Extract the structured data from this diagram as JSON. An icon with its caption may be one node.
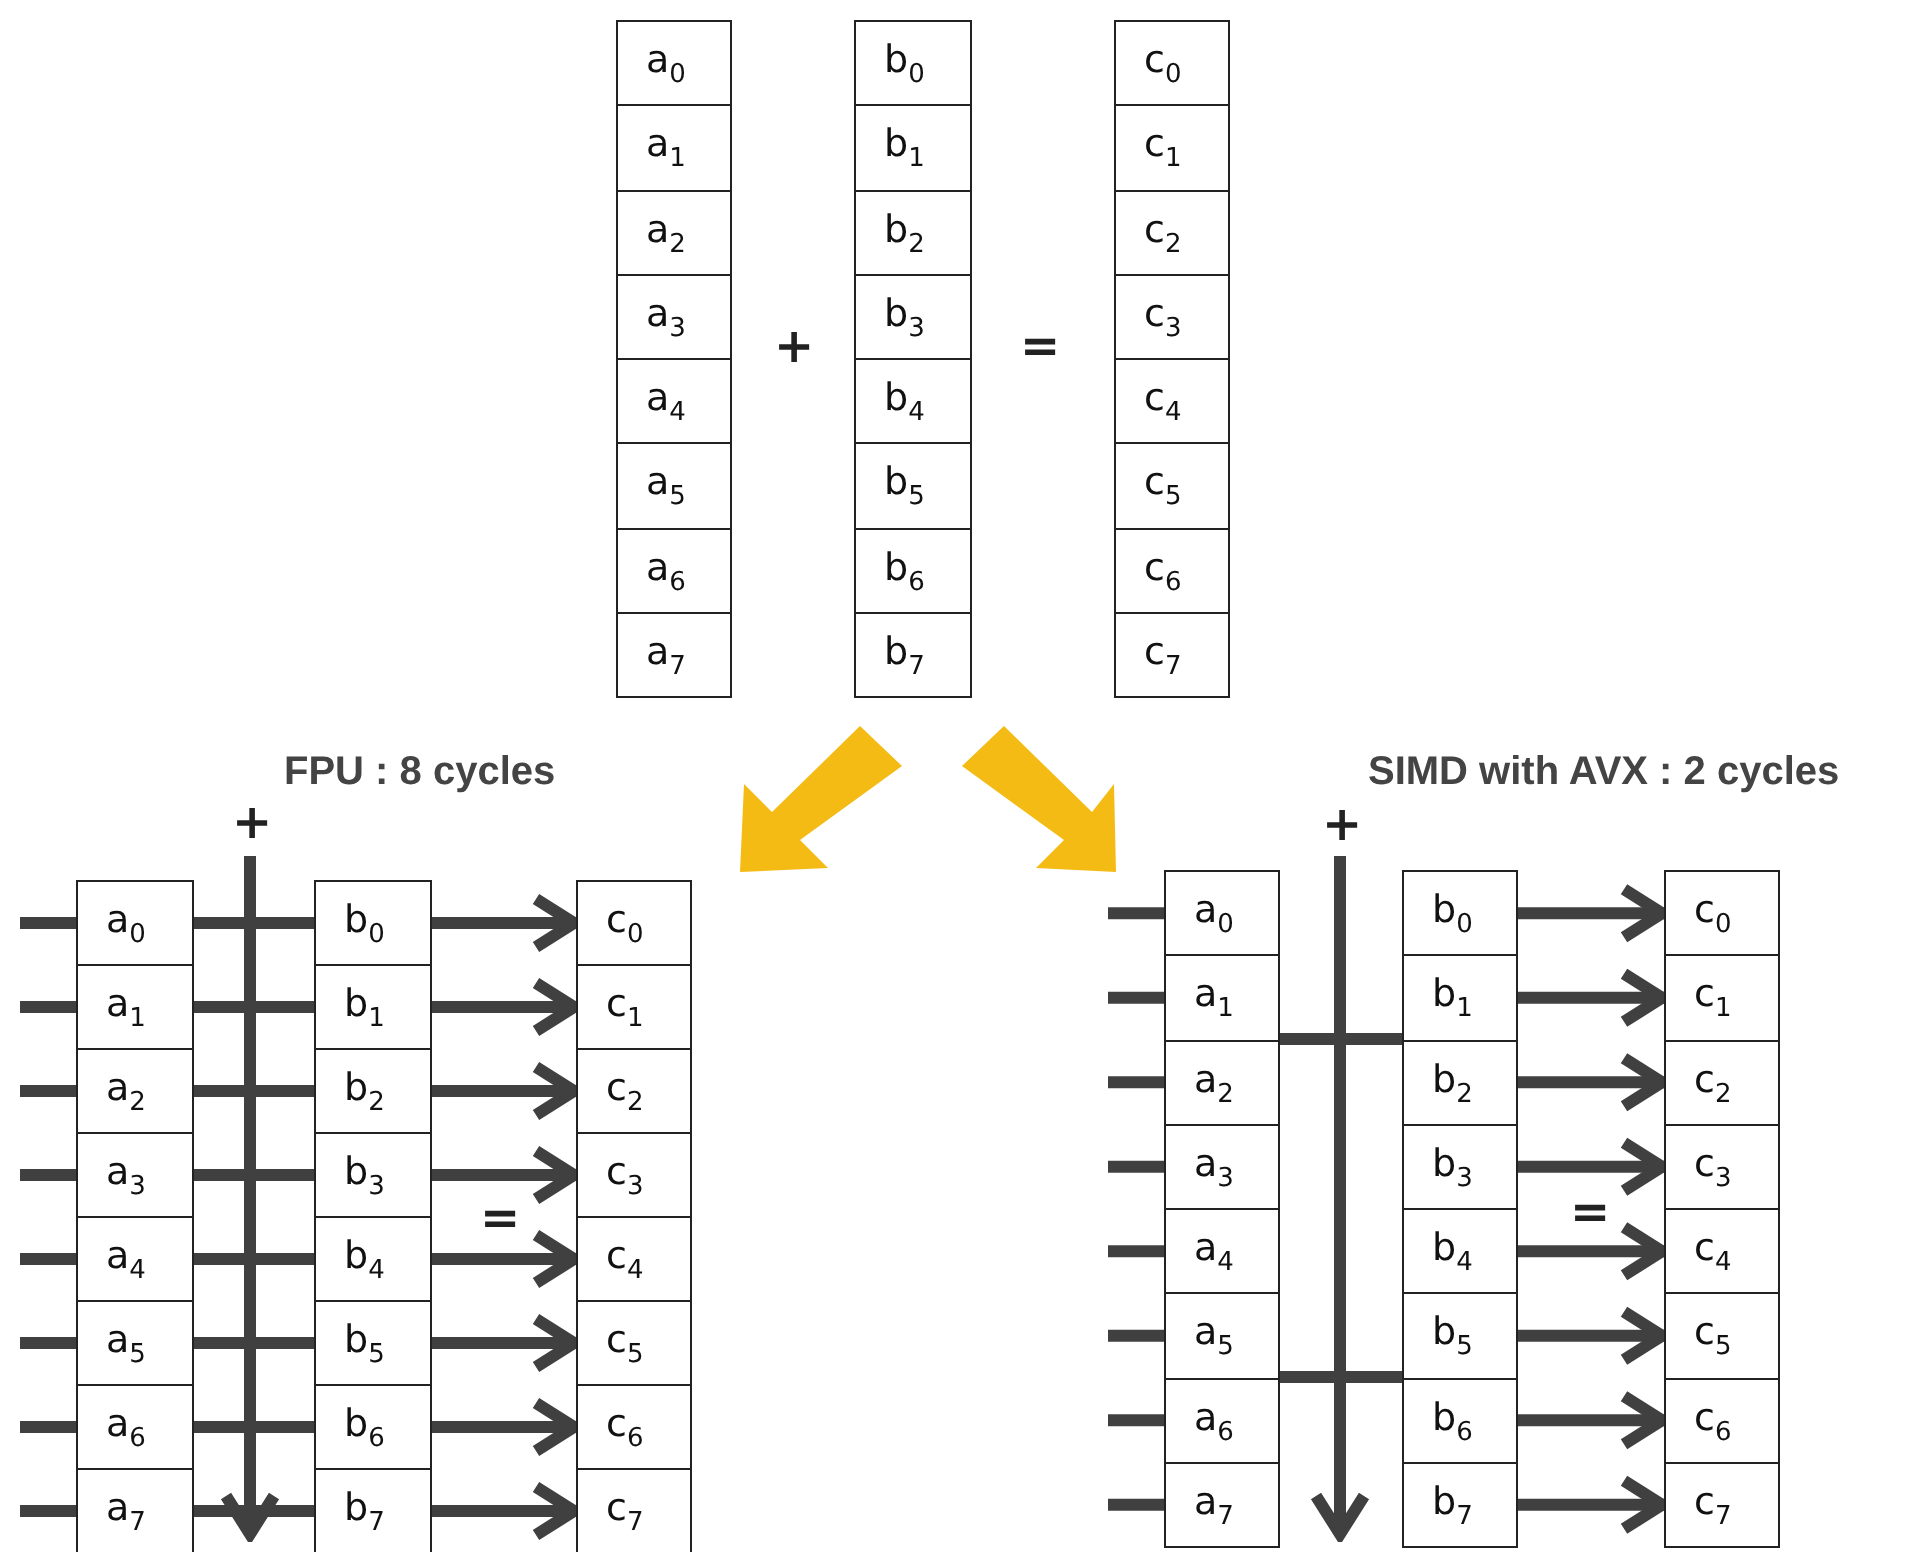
{
  "diagram": {
    "nodes": [
      {
        "text": [
          "a$_{0}$"
        ]
      },
      {
        "text": [
          "a$_{1}$"
        ]
      },
      {
        "text": [
          "a$_{2}$"
        ]
      },
      {
        "text": [
          "a$_{3}$"
        ]
      },
      {
        "text": [
          "a$_{4}$"
        ]
      },
      {
        "text": [
          "a$_{5}$"
        ]
      },
      {
        "text": [
          "a$_{6}$"
        ]
      },
      {
        "text": [
          "a$_{7}$"
        ]
      },
      {
        "text": [
          "b$_{0}$"
        ]
      },
      {
        "text": [
          "b$_{1}$"
        ]
      },
      {
        "text": [
          "b$_{2}$"
        ]
      },
      {
        "text": [
          "b$_{3}$"
        ]
      },
      {
        "text": [
          "b$_{4}$"
        ]
      },
      {
        "text": [
          "b$_{5}$"
        ]
      },
      {
        "text": [
          "b$_{6}$"
        ]
      },
      {
        "text": [
          "b$_{7}$"
        ]
      },
      {
        "text": [
          "c$_{0}$"
        ]
      },
      {
        "text": [
          "c$_{1}$"
        ]
      },
      {
        "text": [
          "c$_{2}$"
        ]
      },
      {
        "text": [
          "c$_{3}$"
        ]
      },
      {
        "text": [
          "c$_{4}$"
        ]
      },
      {
        "text": [
          "c$_{5}$"
        ]
      },
      {
        "text": [
          "c$_{6}$"
        ]
      },
      {
        "text": [
          "c$_{7}$"
        ]
      },
      {
        "text": [
          "a$_{0}$"
        ]
      },
      {
        "text": [
          "a$_{1}$"
        ]
      },
      {
        "text": [
          "a$_{2}$"
        ]
      },
      {
        "text": [
          "a$_{3}$"
        ]
      },
      {
        "text": [
          "a$_{4}$"
        ]
      },
      {
        "text": [
          "a$_{5}$"
        ]
      },
      {
        "text": [
          "a$_{6}$"
        ]
      },
      {
        "text": [
          "a$_{7}$"
        ]
      },
      {
        "text": [
          "b$_{0}$"
        ]
      },
      {
        "text": [
          "b$_{1}$"
        ]
      },
      {
        "text": [
          "b$_{2}$"
        ]
      },
      {
        "text": [
          "b$_{3}$"
        ]
      },
      {
        "text": [
          "b$_{4}$"
        ]
      },
      {
        "text": [
          "b$_{5}$"
        ]
      },
      {
        "text": [
          "b$_{6}$"
        ]
      },
      {
        "text": [
          "b$_{7}$"
        ]
      },
      {
        "text": [
          "c$_{0}$"
        ]
      },
      {
        "text": [
          "c$_{1}$"
        ]
      },
      {
        "text": [
          "c$_{2}$"
        ]
      },
      {
        "text": [
          "c$_{3}$"
        ]
      },
      {
        "text": [
          "c$_{4}$"
        ]
      },
      {
        "text": [
          "c$_{5}$"
        ]
      },
      {
        "text": [
          "c$_{6}$"
        ]
      },
      {
        "text": [
          "c$_{7}$"
        ]
      },
      {
        "text": [
          "a$_{0}$"
        ]
      },
      {
        "text": [
          "a$_{1}$"
        ]
      },
      {
        "text": [
          "a$_{2}$"
        ]
      },
      {
        "text": [
          "a$_{3}$"
        ]
      },
      {
        "text": [
          "a$_{4}$"
        ]
      },
      {
        "text": [
          "a$_{5}$"
        ]
      },
      {
        "text": [
          "a$_{6}$"
        ]
      },
      {
        "text": [
          "a$_{7}$"
        ]
      },
      {
        "text": [
          "b$_{0}$"
        ]
      },
      {
        "text": [
          "b$_{1}$"
        ]
      },
      {
        "text": [
          "b$_{2}$"
        ]
      },
      {
        "text": [
          "b$_{3}$"
        ]
      },
      {
        "text": [
          "b$_{4}$"
        ]
      },
      {
        "text": [
          "b$_{5}$"
        ]
      },
      {
        "text": [
          "b$_{6}$"
        ]
      },
      {
        "text": [
          "b$_{7}$"
        ]
      },
      {
        "text": [
          "c$_{0}$"
        ]
      },
      {
        "text": [
          "c$_{1}$"
        ]
      },
      {
        "text": [
          "c$_{2}$"
        ]
      },
      {
        "text": [
          "c$_{3}$"
        ]
      },
      {
        "text": [
          "c$_{4}$"
        ]
      },
      {
        "text": [
          "c$_{5}$"
        ]
      },
      {
        "text": [
          "c$_{6}$"
        ]
      },
      {
        "text": [
          "c$_{7}$"
        ]
      }
    ],
    "edges": [
      {
        "from": null,
        "to": 24,
        "arrow": "none"
      },
      {
        "from": 24,
        "to": 32,
        "arrow": "none"
      },
      {
        "from": 32,
        "to": 40,
        "arrow": "to"
      },
      {
        "from": null,
        "to": 25,
        "arrow": "none"
      },
      {
        "from": 25,
        "to": 33,
        "arrow": "none"
      },
      {
        "from": 33,
        "to": 41,
        "arrow": "to"
      },
      {
        "from": null,
        "to": 26,
        "arrow": "none"
      },
      {
        "from": 26,
        "to": 34,
        "arrow": "none"
      },
      {
        "from": 34,
        "to": 42,
        "arrow": "to"
      },
      {
        "from": null,
        "to": 27,
        "arrow": "none"
      },
      {
        "from": 27,
        "to": 35,
        "arrow": "none"
      },
      {
        "from": 35,
        "to": 43,
        "arrow": "to"
      },
      {
        "from": null,
        "to": 28,
        "arrow": "none"
      },
      {
        "from": 28,
        "to": 36,
        "arrow": "none"
      },
      {
        "from": 36,
        "to": 44,
        "arrow": "to"
      },
      {
        "from": null,
        "to": 29,
        "arrow": "none"
      },
      {
        "from": 29,
        "to": 37,
        "arrow": "none"
      },
      {
        "from": 37,
        "to": 45,
        "arrow": "to"
      },
      {
        "from": null,
        "to": 30,
        "arrow": "none"
      },
      {
        "from": 30,
        "to": 38,
        "arrow": "none"
      },
      {
        "from": 38,
        "to": 46,
        "arrow": "to"
      },
      {
        "from": null,
        "to": 31,
        "arrow": "none"
      },
      {
        "from": 31,
        "to": 39,
        "arrow": "none"
      },
      {
        "from": 39,
        "to": 47,
        "arrow": "to"
      },
      {
        "from": null,
        "to": 48,
        "arrow": "none"
      },
      {
        "from": 56,
        "to": 64,
        "arrow": "to"
      },
      {
        "from": null,
        "to": 49,
        "arrow": "none"
      },
      {
        "from": 57,
        "to": 65,
        "arrow": "to"
      },
      {
        "from": 49,
        "to": 57,
        "arrow": "none"
      },
      {
        "from": null,
        "to": 50,
        "arrow": "none"
      },
      {
        "from": 58,
        "to": 66,
        "arrow": "to"
      },
      {
        "from": null,
        "to": 51,
        "arrow": "none"
      },
      {
        "from": 59,
        "to": 67,
        "arrow": "to"
      },
      {
        "from": null,
        "to": 52,
        "arrow": "none"
      },
      {
        "from": 60,
        "to": 68,
        "arrow": "to"
      },
      {
        "from": null,
        "to": 53,
        "arrow": "none"
      },
      {
        "from": 61,
        "to": 69,
        "arrow": "to"
      },
      {
        "from": 53,
        "to": 61,
        "arrow": "none"
      },
      {
        "from": null,
        "to": 54,
        "arrow": "none"
      },
      {
        "from": 62,
        "to": 70,
        "arrow": "to"
      },
      {
        "from": null,
        "to": 55,
        "arrow": "none"
      },
      {
        "from": 63,
        "to": 71,
        "arrow": "to"
      }
    ],
    "labels": [
      "+",
      "=",
      "FPU : 8 cycles",
      "SIMD with AVX : 2 cycles",
      "+",
      "+",
      "=",
      "="
    ]
  }
}
